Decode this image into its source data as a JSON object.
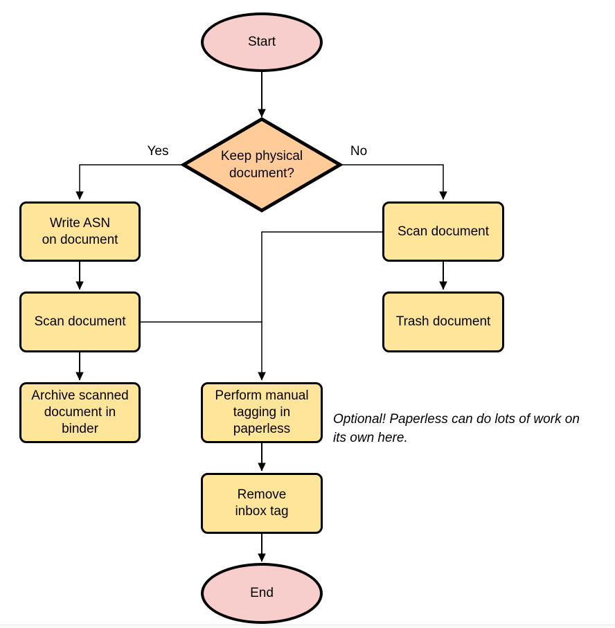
{
  "colors": {
    "process_fill": "#ffe599",
    "decision_fill": "#ffcc99",
    "terminal_fill": "#f8cecc",
    "shape_stroke": "#000000",
    "connector": "#000000"
  },
  "nodes": {
    "start": "Start",
    "decision": "Keep physical\ndocument?",
    "write_asn": "Write ASN\non document",
    "scan_document_left": "Scan document",
    "archive_binder": "Archive scanned\ndocument in\nbinder",
    "scan_document_right": "Scan document",
    "trash_document": "Trash document",
    "manual_tagging": "Perform manual\ntagging in\npaperless",
    "remove_inbox_tag": "Remove\ninbox tag",
    "end": "End"
  },
  "edge_labels": {
    "yes": "Yes",
    "no": "No"
  },
  "annotation": "Optional! Paperless can do lots of work on\nits own here."
}
